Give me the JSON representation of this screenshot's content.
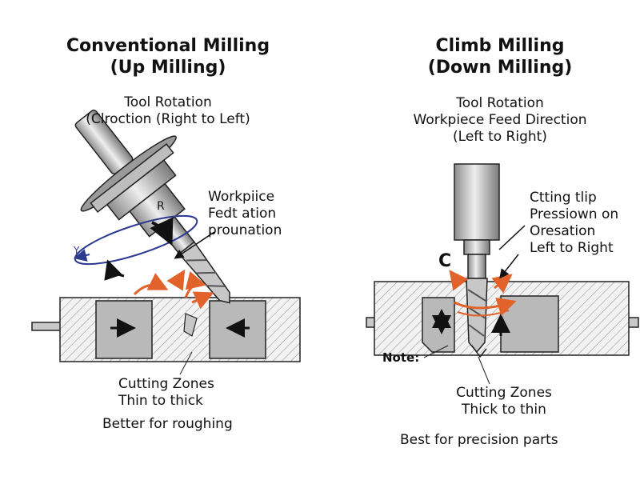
{
  "left": {
    "title_line1": "Conventional Milling",
    "title_line2": "(Up Milling)",
    "sub_line1": "Tool Rotation",
    "sub_line2": "(Clroction (Right to Left)",
    "callout_line1": "Workpiice",
    "callout_line2": "Fedt ation",
    "callout_line3": "prounation",
    "rot_r": "R",
    "rot_y": "Y",
    "zones_line1": "Cutting Zones",
    "zones_line2": "Thin to thick",
    "footer": "Better for roughing"
  },
  "right": {
    "title_line1": "Climb Milling",
    "title_line2": "(Down Milling)",
    "sub_line1": "Tool Rotation",
    "sub_line2": "Workpiece Feed Direction",
    "sub_line3": "(Left to Right)",
    "callout_line1": "Ctting tlip",
    "callout_line2": "Pressiown on",
    "callout_line3": "Oresation",
    "callout_line4": "Left to Right",
    "c_label": "C",
    "note_label": "Note:",
    "zones_line1": "Cutting Zones",
    "zones_line2": "Thick to thin",
    "footer": "Best for precision parts"
  },
  "colors": {
    "accent_orange": "#e2622b",
    "rotation_blue": "#2c3b8f",
    "metal_gray": "#b8b8b8",
    "ink": "#111111"
  }
}
